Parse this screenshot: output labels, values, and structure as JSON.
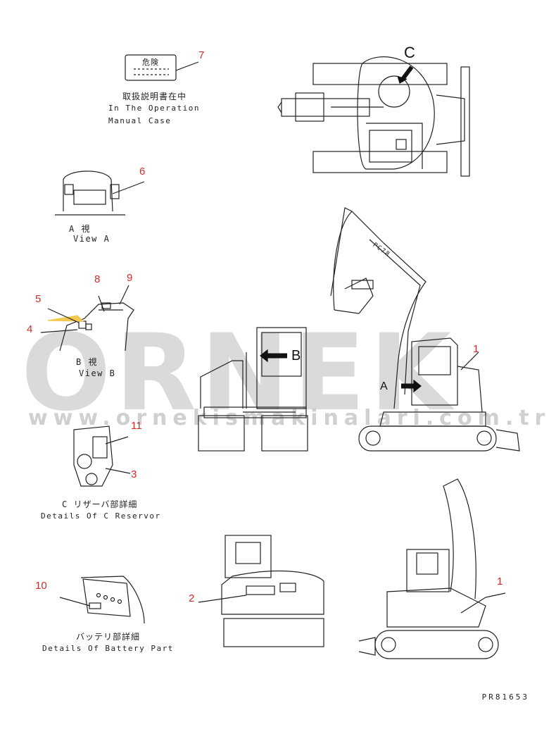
{
  "watermark": {
    "brand": "ORNEK",
    "site": "www.ornekismakinalari.com.tr"
  },
  "labels": {
    "label7_sign": "危険",
    "label7_jp": "取扱説明書在中",
    "label7_en_1": "In The Operation",
    "label7_en_2": "Manual Case",
    "viewA_jp": "A  視",
    "viewA_en": "View A",
    "viewB_jp": "B  視",
    "viewB_en": "View B",
    "detailC_jp": "C  リザーバ部詳細",
    "detailC_en": "Details Of C Reservor",
    "battery_jp": "バッテリ部詳細",
    "battery_en": "Details Of Battery Part",
    "arrow_A": "A",
    "arrow_B": "B",
    "arrow_C": "C",
    "boom_text": "PC78",
    "drawing_code": "PR81653"
  },
  "callouts": [
    "1",
    "1",
    "2",
    "3",
    "4",
    "5",
    "6",
    "7",
    "8",
    "9",
    "10",
    "11"
  ],
  "colors": {
    "callout": "#d42a2a",
    "highlight": "#f2c94c",
    "line": "#222222",
    "watermark": "#bdbdbd"
  }
}
